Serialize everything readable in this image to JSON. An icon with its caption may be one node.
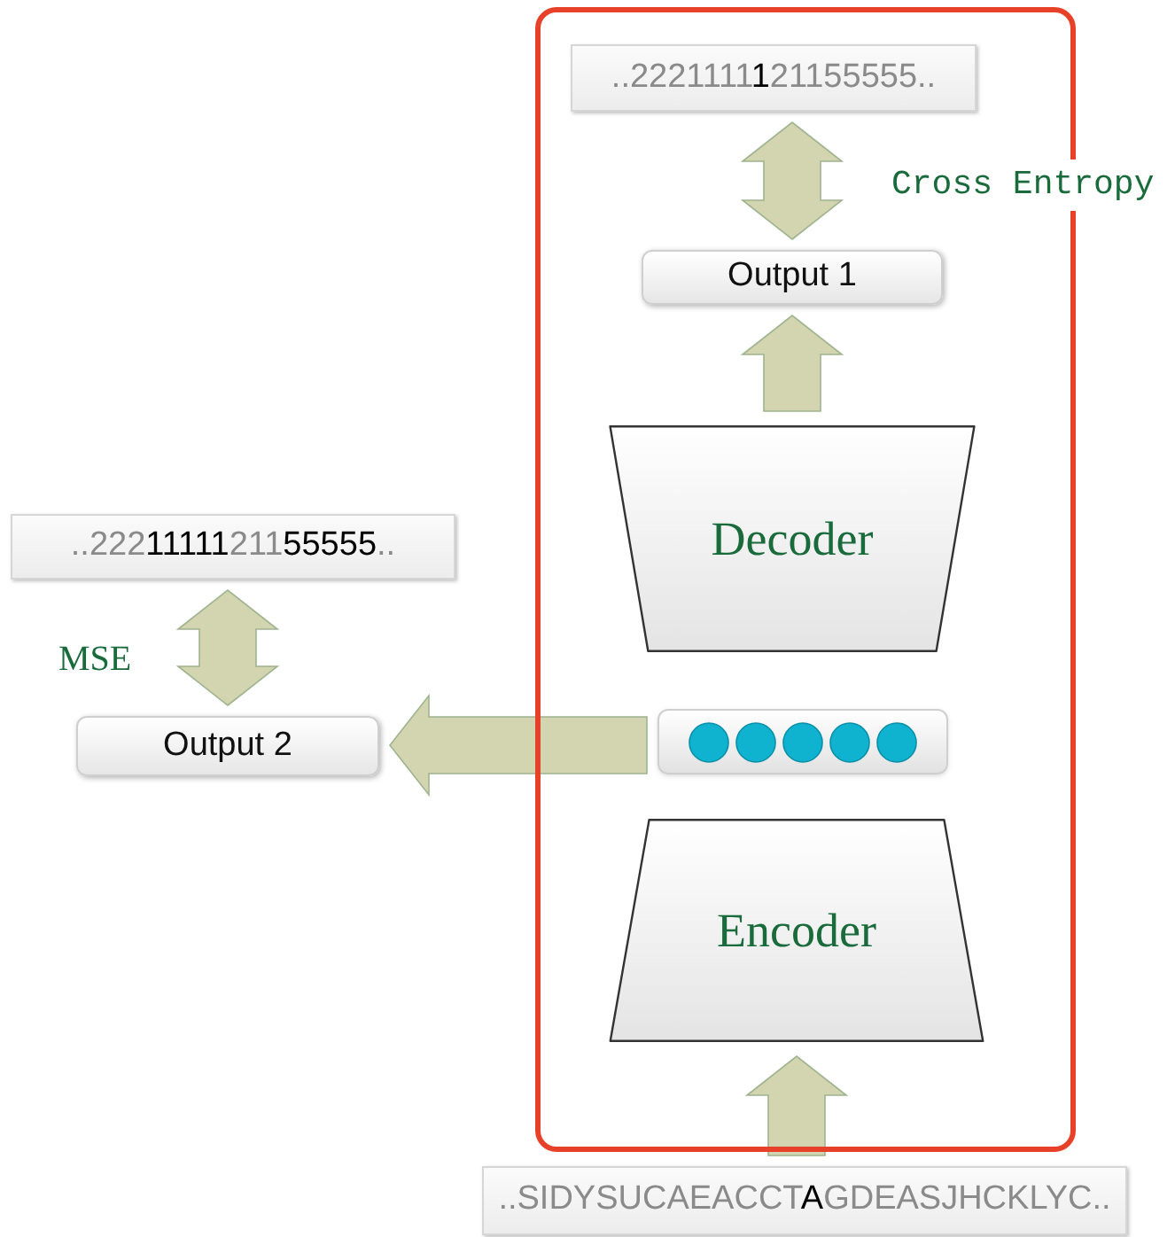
{
  "diagram": {
    "nodes": [
      {
        "text": [],
        "shape": "box"
      },
      {
        "text": [
          "..2221111**1**21155555.."
        ],
        "in": 0
      },
      {
        "text": [
          "Output 1"
        ],
        "in": 0
      },
      {
        "text": [
          "Decoder"
        ],
        "in": 0
      },
      {
        "text": [],
        "shape": "bar",
        "in": 0
      },
      {
        "text": [
          "Encoder"
        ],
        "in": 0
      },
      {
        "text": [
          "..SIDYSUCAEACCT**A**GDEASJHCKLYC.."
        ]
      },
      {
        "text": [
          "Output 2"
        ]
      },
      {
        "text": [
          "..222**11111**211**55555**.."
        ]
      }
    ],
    "edges": [
      {
        "from": 6,
        "to": 5,
        "arrow": "to"
      },
      {
        "from": 3,
        "to": 2,
        "arrow": "to"
      },
      {
        "from": 2,
        "to": 1,
        "arrow": "both",
        "label": "Cross Entropy"
      },
      {
        "from": 4,
        "to": 7,
        "arrow": "to"
      },
      {
        "from": 7,
        "to": 8,
        "arrow": "both",
        "label": "MSE"
      }
    ]
  }
}
